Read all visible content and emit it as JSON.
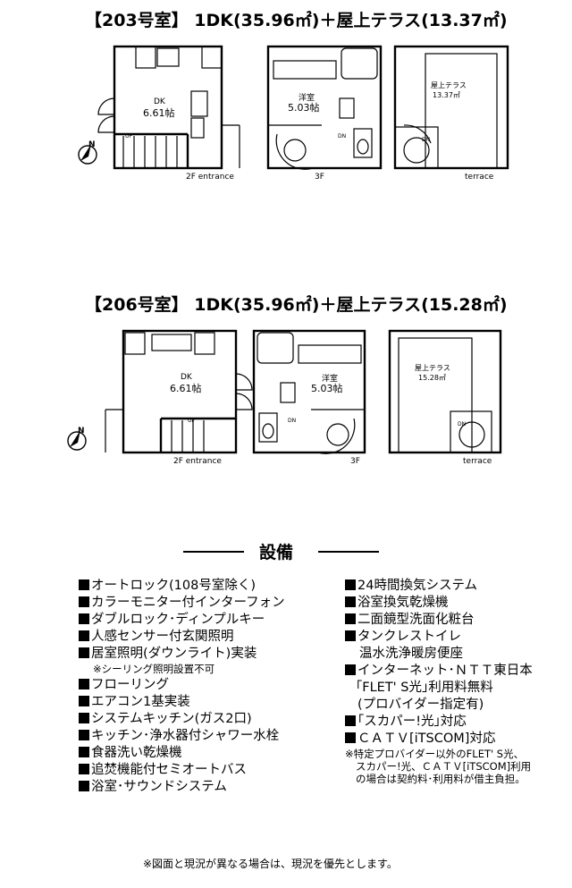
{
  "units": [
    {
      "title": "【203号室】 1DK(35.96㎡)＋屋上テラス(13.37㎡)",
      "floor2_label": "2F entrance",
      "floor3_label": "3F",
      "terrace_label": "terrace",
      "dk_room": "DK",
      "dk_size": "6.61帖",
      "western_room": "洋室",
      "western_size": "5.03帖",
      "terrace_room": "屋上テラス",
      "terrace_size": "13.37㎡",
      "up": "UP",
      "dn": "DN"
    },
    {
      "title": "【206号室】 1DK(35.96㎡)＋屋上テラス(15.28㎡)",
      "floor2_label": "2F entrance",
      "floor3_label": "3F",
      "terrace_label": "terrace",
      "dk_room": "DK",
      "dk_size": "6.61帖",
      "western_room": "洋室",
      "western_size": "5.03帖",
      "terrace_room": "屋上テラス",
      "terrace_size": "15.28㎡",
      "up": "UP",
      "dn": "DN"
    }
  ],
  "compass": "N",
  "equipment": {
    "heading": "設備",
    "left": [
      "オートロック(108号室除く)",
      "カラーモニター付インターフォン",
      "ダブルロック･ディンプルキー",
      "人感センサー付玄関照明",
      "居室照明(ダウンライト)実装",
      "※シーリング照明設置不可",
      "フローリング",
      "エアコン1基実装",
      "システムキッチン(ガス2口)",
      "キッチン･浄水器付シャワー水栓",
      "食器洗い乾燥機",
      "追焚機能付セミオートバス",
      "浴室･サウンドシステム"
    ],
    "right": [
      "24時間換気システム",
      "浴室換気乾燥機",
      "二面鏡型洗面化粧台",
      "タンクレストイレ",
      "温水洗浄暖房便座",
      "インターネット･ＮＴＴ東日本",
      "｢FLET' S光｣利用料無料",
      "(プロバイダー指定有)",
      "｢スカパー!光｣対応",
      "ＣＡＴＶ[iTSCOM]対応",
      "※特定プロバイダー以外のFLET' S光、",
      "スカパー!光、ＣＡＴＶ[iTSCOM]利用",
      "の場合は契約料･利用料が借主負担。"
    ]
  },
  "footnote": "※図面と現況が異なる場合は、現況を優先とします。"
}
